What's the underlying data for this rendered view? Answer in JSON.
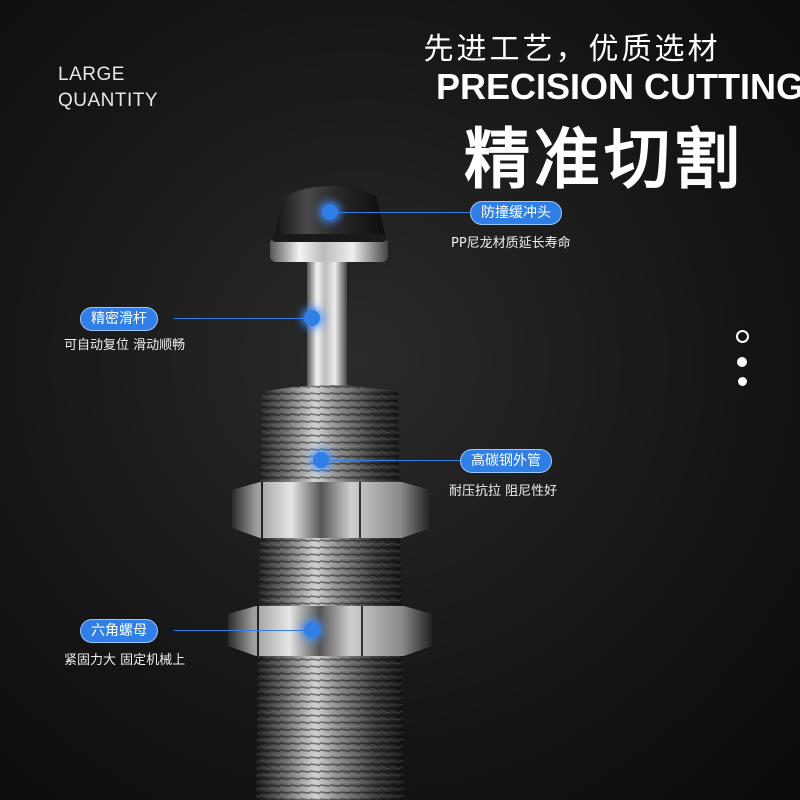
{
  "corner": {
    "line1": "LARGE",
    "line2": "QUANTITY"
  },
  "header": {
    "subtitle": "先进工艺，优质选材",
    "english_title": "PRECISION CUTTING",
    "chinese_title": "精准切割"
  },
  "callouts": [
    {
      "label": "防撞缓冲头",
      "desc": "PP尼龙材质延长寿命"
    },
    {
      "label": "精密滑杆",
      "desc": "可自动复位 滑动顺畅"
    },
    {
      "label": "高碳钢外管",
      "desc": "耐压抗拉 阻尼性好"
    },
    {
      "label": "六角螺母",
      "desc": "紧固力大 固定机械上"
    }
  ],
  "colors": {
    "accent": "#2f7fe6",
    "background": "#151515"
  },
  "pager": {
    "count": 3,
    "active_index": 0
  }
}
